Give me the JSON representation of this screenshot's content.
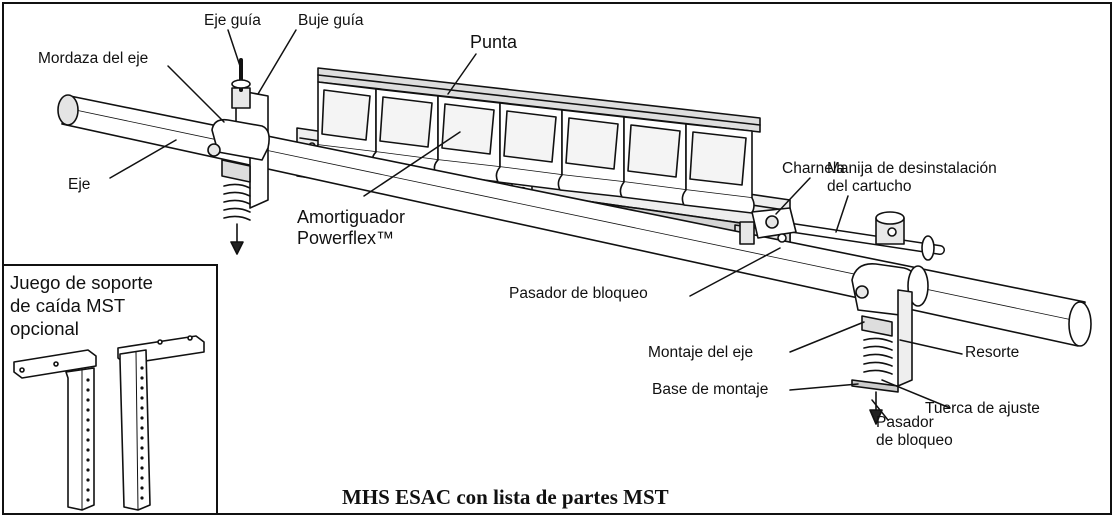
{
  "labels": {
    "eje_guia": "Eje guía",
    "buje_guia": "Buje guía",
    "mordaza_del_eje": "Mordaza del eje",
    "punta": "Punta",
    "eje": "Eje",
    "charnela": "Charnela",
    "manija_line1": "Manija de desinstalación",
    "manija_line2": "del cartucho",
    "amortiguador_line1": "Amortiguador",
    "amortiguador_line2": "Powerflex™",
    "pasador_de_bloqueo_upper": "Pasador de bloqueo",
    "montaje_del_eje": "Montaje del eje",
    "resorte": "Resorte",
    "base_de_montaje": "Base de montaje",
    "tuerca_de_ajuste": "Tuerca de ajuste",
    "pasador_line1": "Pasador",
    "pasador_line2": "de bloqueo"
  },
  "inset": {
    "title_line1": "Juego de soporte",
    "title_line2": "de caída MST",
    "title_line3": "opcional"
  },
  "caption": "MHS ESAC con lista de partes MST",
  "colors": {
    "line": "#111111",
    "fill_light": "#e6e6e6",
    "fill_mid": "#c8c8c8",
    "background": "#ffffff"
  }
}
